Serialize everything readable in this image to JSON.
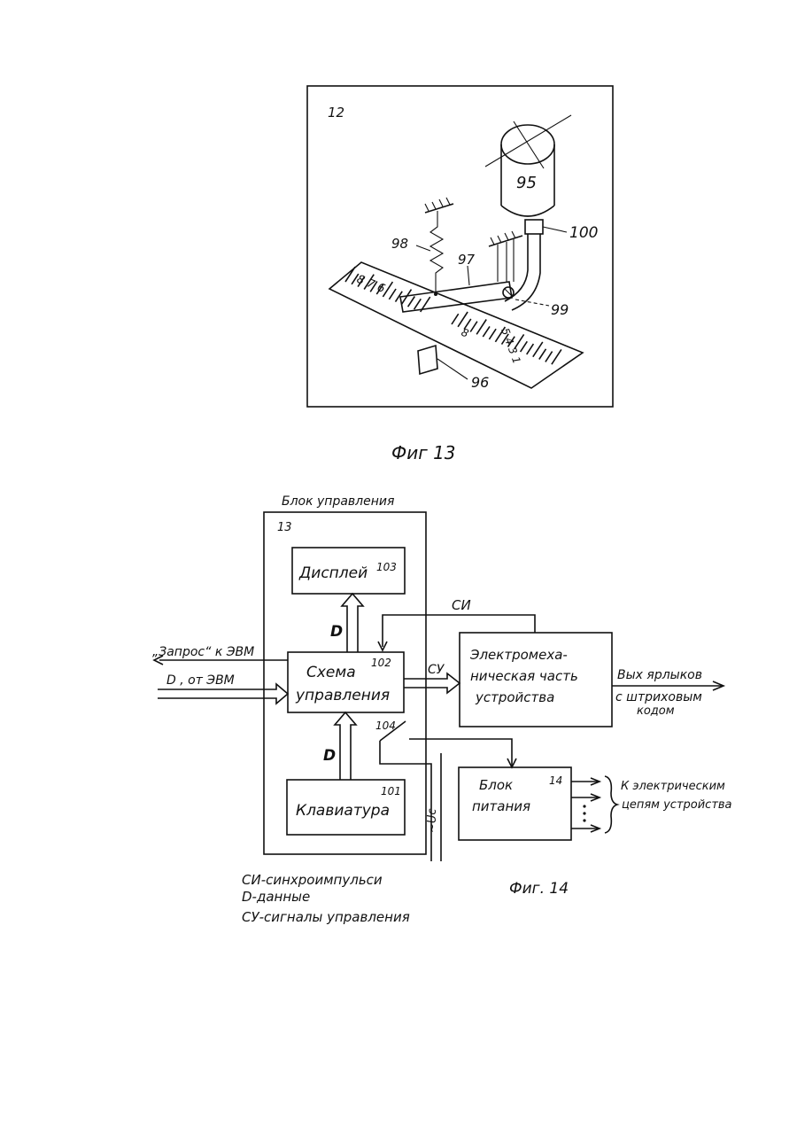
{
  "fig13": {
    "caption": "Фиг 13",
    "panel_number": "12",
    "labels": {
      "l95": "95",
      "l100": "100",
      "l98": "98",
      "l97": "97",
      "l99": "99",
      "l96": "96",
      "strip_digits_top": "8 7 6",
      "strip_digits_mid": "8",
      "strip_digits_right": "5 4 3 1"
    }
  },
  "fig14": {
    "caption": "Фиг. 14",
    "block_title": "Блок управления",
    "block_number": "13",
    "display": {
      "label": "Дисплей",
      "number": "103"
    },
    "control": {
      "label_line1": "Схема",
      "label_line2": "управления",
      "number": "102"
    },
    "keyboard": {
      "label": "Клавиатура",
      "number": "101"
    },
    "electromech": {
      "line1": "Электромеха-",
      "line2": "ническая часть",
      "line3": "устройства"
    },
    "power": {
      "line1": "Блок",
      "line2": "питания",
      "number": "14"
    },
    "signals": {
      "si": "СИ",
      "su": "СУ",
      "d_top": "D",
      "d_bottom": "D",
      "request": "„Запрос“ к ЭВМ",
      "d_from": "D , от ЭВМ",
      "output_line1": "Вых ярлыков",
      "output_line2": "с штриховым",
      "output_line3": "кодом",
      "supply_line1": "К электрическим",
      "supply_line2": "цепям устройства",
      "switch_number": "104",
      "mains": "~Uс"
    },
    "legend": [
      "СИ-синхроимпульси",
      "D-данные",
      "СУ-сигналы управления"
    ]
  }
}
